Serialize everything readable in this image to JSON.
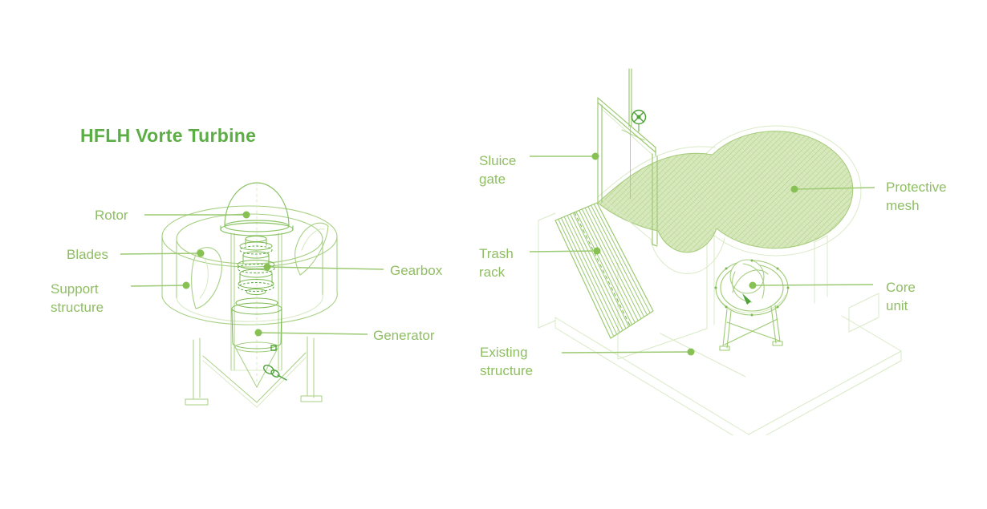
{
  "title": "HFLH Vorte Turbine",
  "figures": {
    "left": {
      "name": "turbine-cutaway",
      "labels": [
        {
          "id": "rotor",
          "text": "Rotor"
        },
        {
          "id": "blades",
          "text": "Blades"
        },
        {
          "id": "support-structure",
          "text": "Support structure"
        },
        {
          "id": "gearbox",
          "text": "Gearbox"
        },
        {
          "id": "generator",
          "text": "Generator"
        }
      ]
    },
    "right": {
      "name": "installation-overview",
      "labels": [
        {
          "id": "sluice-gate",
          "text": "Sluice gate"
        },
        {
          "id": "trash-rack",
          "text": "Trash rack"
        },
        {
          "id": "existing-structure",
          "text": "Existing structure"
        },
        {
          "id": "protective-mesh",
          "text": "Protective mesh"
        },
        {
          "id": "core-unit",
          "text": "Core unit"
        }
      ]
    }
  },
  "colors": {
    "background": "#ffffff",
    "title_green": "#5bae43",
    "label_green": "#8fbe63",
    "leader_line": "#9cca72",
    "leader_dot": "#87c154",
    "line_strong": "#7bb94f",
    "line_mid": "#a7d083",
    "line_faint": "#d9eac6",
    "accent_dark": "#4fa339",
    "mesh_fill": "#d8e8bd",
    "mesh_hatch": "#a8cd7e"
  }
}
